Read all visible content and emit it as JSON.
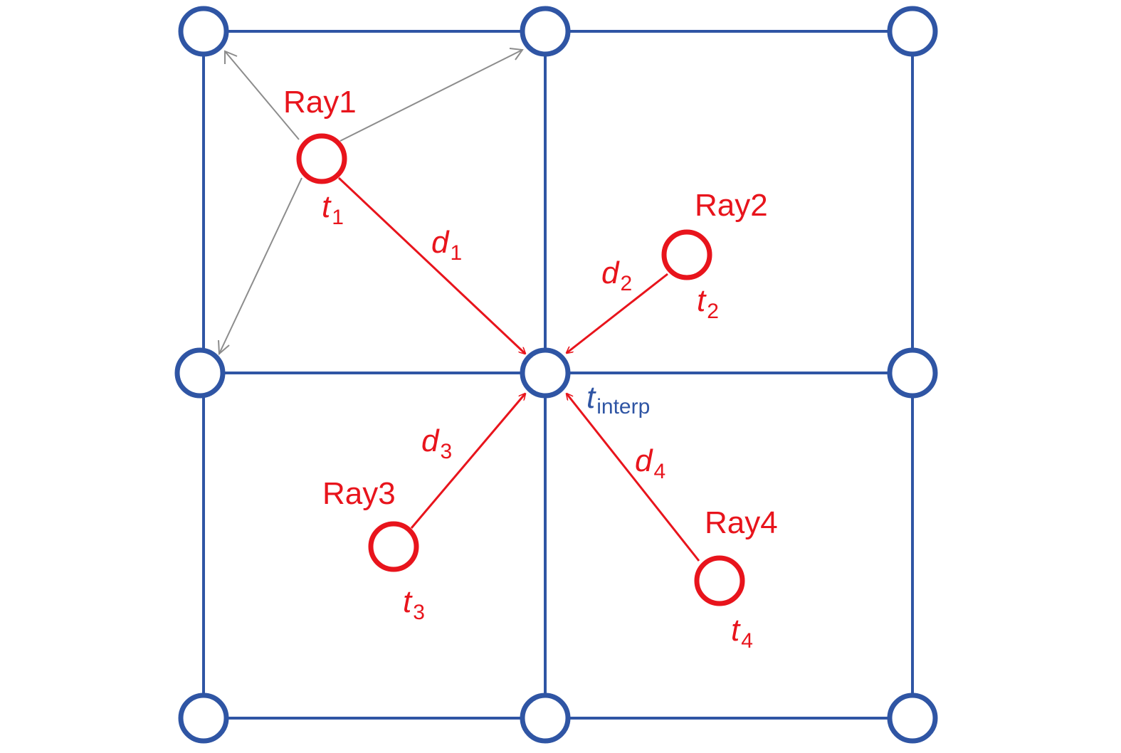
{
  "colors": {
    "grid": "#2f55a4",
    "ray": "#e8141c",
    "gray_arrow": "#8c8c8c",
    "node_fill": "#ffffff"
  },
  "grid": {
    "rows": 3,
    "cols": 3
  },
  "rays": [
    {
      "name": "Ray1",
      "var": "t",
      "sub": "1",
      "dist_var": "d",
      "dist_sub": "1"
    },
    {
      "name": "Ray2",
      "var": "t",
      "sub": "2",
      "dist_var": "d",
      "dist_sub": "2"
    },
    {
      "name": "Ray3",
      "var": "t",
      "sub": "3",
      "dist_var": "d",
      "dist_sub": "3"
    },
    {
      "name": "Ray4",
      "var": "t",
      "sub": "4",
      "dist_var": "d",
      "dist_sub": "4"
    }
  ],
  "center": {
    "var": "t",
    "sub": "interp"
  }
}
